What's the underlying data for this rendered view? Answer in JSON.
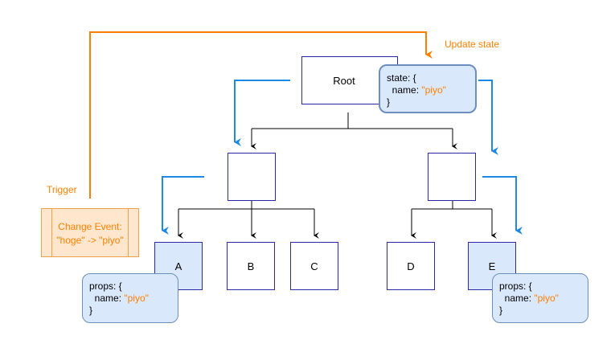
{
  "labels": {
    "update_state": "Update state",
    "trigger": "Trigger"
  },
  "event": {
    "line1": "Change Event:",
    "line2": "\"hoge\" -> \"piyo\""
  },
  "nodes": {
    "root": "Root",
    "a": "A",
    "b": "B",
    "c": "C",
    "d": "D",
    "e": "E"
  },
  "state_note": {
    "line1": "state: {",
    "key": "name: ",
    "value": "\"piyo\"",
    "close": "}"
  },
  "props_a": {
    "line1": "props: {",
    "key": "name: ",
    "value": "\"piyo\"",
    "close": "}"
  },
  "props_e": {
    "line1": "props: {",
    "key": "name: ",
    "value": "\"piyo\"",
    "close": "}"
  },
  "colors": {
    "tree_border": "#2b2baa",
    "highlight_fill": "#dae8fc",
    "highlight_border": "#6c8ebf",
    "flow_blue": "#1e88e5",
    "trigger_orange": "#ff8000",
    "event_fill": "#ffe6cc"
  }
}
